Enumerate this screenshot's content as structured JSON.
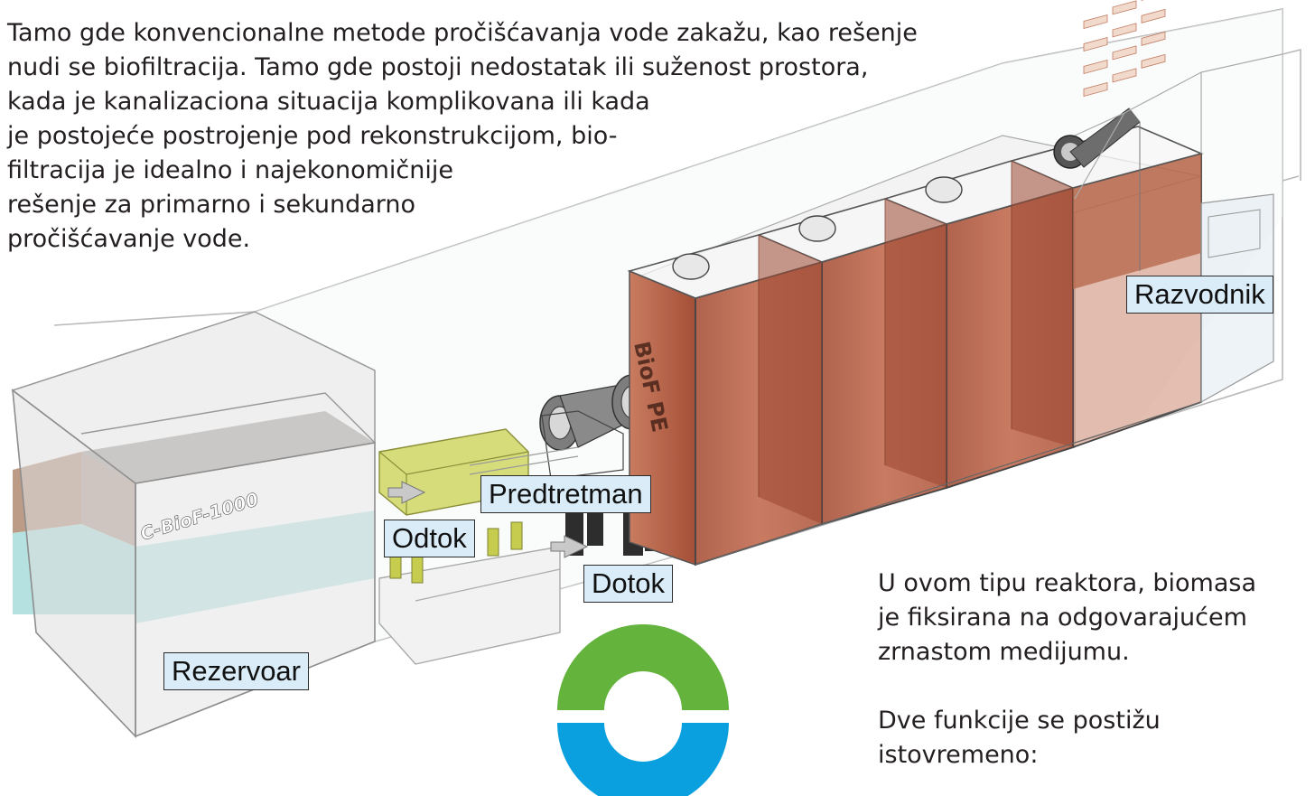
{
  "intro_lines": [
    "Tamo gde konvencionalne metode pročišćavanja vode zakažu, kao rešenje",
    "nudi se biofiltracija. Tamo gde postoji nedostatak ili suženost  prostora,",
    "kada je kanalizaciona situacija komplikovana ili kada",
    "je postojeće postrojenje pod rekonstrukcijom, bio-",
    "filtracija je idealno i najekonomičnije",
    "rešenje  za primarno i sekundarno",
    "pročišćavanje vode."
  ],
  "side_lines": [
    "U ovom tipu reaktora, biomasa",
    "je fiksirana na odgovarajućem",
    "zrnastom medijumu.",
    "",
    "Dve funkcije se postižu",
    "istovremeno:"
  ],
  "labels": {
    "rezervoar": "Rezervoar",
    "odtok": "Odtok",
    "predtretman": "Predtretman",
    "dotok": "Dotok",
    "razvodnik": "Razvodnik"
  },
  "tank_markings": {
    "reservoir": "C-BioF-1000",
    "reactor": "BioF PE"
  },
  "colors": {
    "water": "#a8dcdc",
    "sludge": "#b08a72",
    "reactor_fill": "#b8634a",
    "pretreatment": "#d6dc7a",
    "logo_green": "#63b33d",
    "logo_blue": "#0aa0df"
  }
}
